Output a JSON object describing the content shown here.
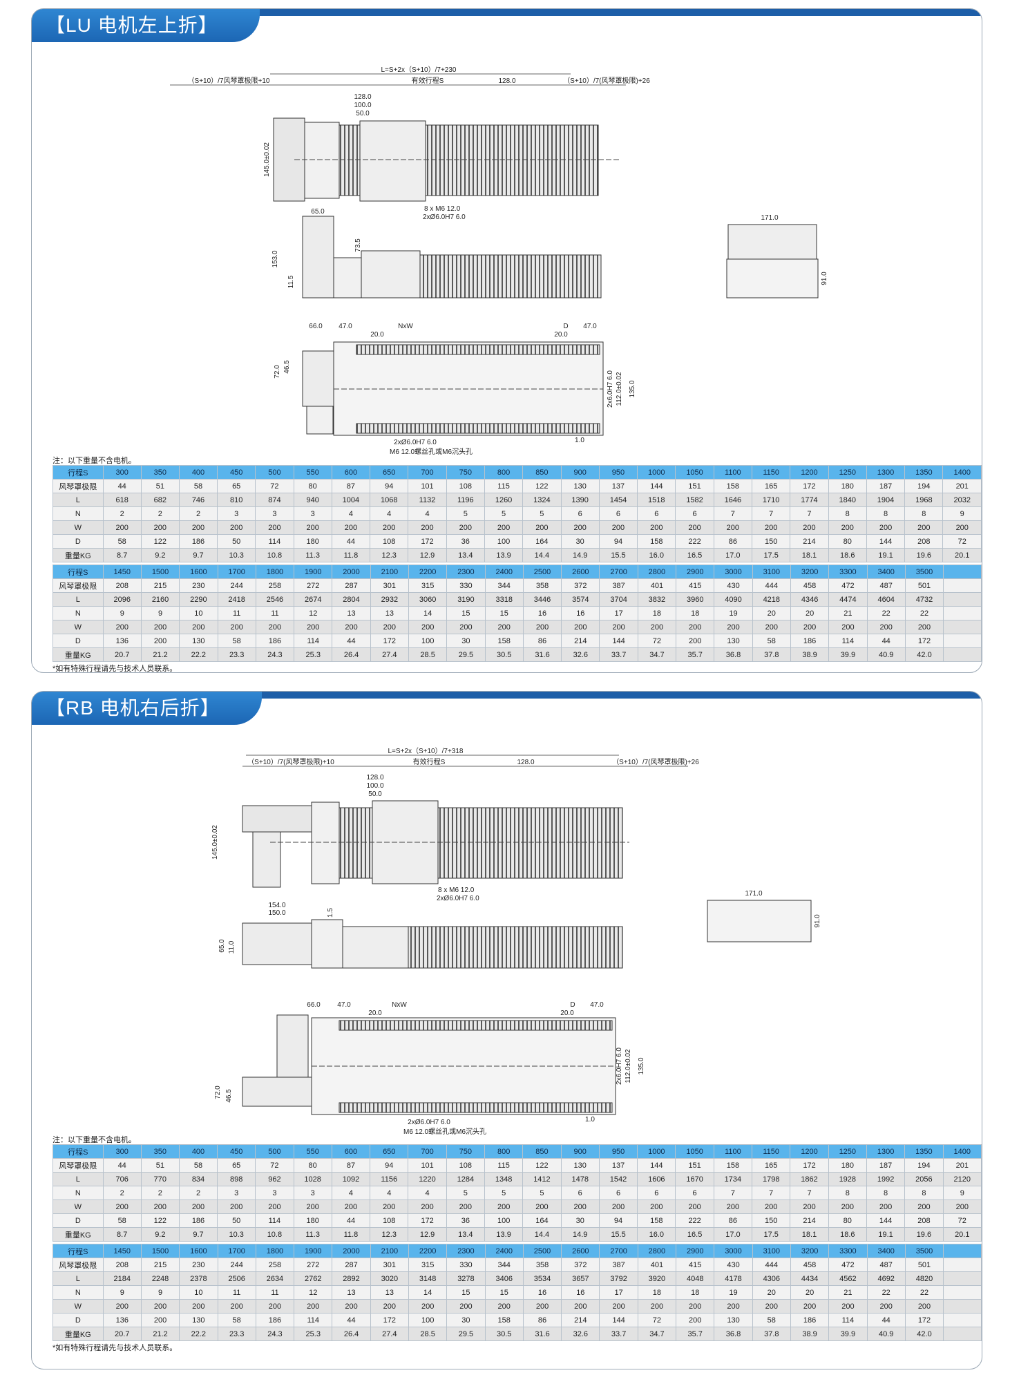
{
  "sections": [
    {
      "title": "【LU 电机左上折】",
      "dims": {
        "overall_length": "L=S+2x（S+10）/7+230",
        "left_formula": "（S+10）/7风琴罩极限+10",
        "effective_stroke": "有效行程S",
        "right_128": "128.0",
        "right_formula": "（S+10）/7(风琴罩极限)+26",
        "c128": "128.0",
        "c100": "100.0",
        "c50": "50.0",
        "h145": "145.0±0.02",
        "screw_holes": "8 x M6  12.0",
        "pin_holes": "2xØ6.0H7  6.0",
        "d65": "65.0",
        "d153": "153.0",
        "d11_5": "11.5",
        "d73_5": "73.5",
        "d171": "171.0",
        "d91": "91.0",
        "d66": "66.0",
        "d47a": "47.0",
        "nxw": "NxW",
        "d_label": "D",
        "d47b": "47.0",
        "d20a": "20.0",
        "d20b": "20.0",
        "d72": "72.0",
        "d46_5": "46.5",
        "pin6": "2x6.0H7  6.0",
        "d112": "112.0±0.02",
        "d135": "135.0",
        "d1": "1.0",
        "bottom_pin": "2xØ6.0H7  6.0",
        "bottom_screw": "M6  12.0螺丝孔或M6沉头孔"
      },
      "note": "注：以下重量不含电机。",
      "footnote": "*如有特殊行程请先与技术人员联系。",
      "table1": {
        "labels": [
          "行程S",
          "风琴罩极限",
          "L",
          "N",
          "W",
          "D",
          "重量KG"
        ],
        "cols": [
          [
            "300",
            "44",
            "618",
            "2",
            "200",
            "58",
            "8.7"
          ],
          [
            "350",
            "51",
            "682",
            "2",
            "200",
            "122",
            "9.2"
          ],
          [
            "400",
            "58",
            "746",
            "2",
            "200",
            "186",
            "9.7"
          ],
          [
            "450",
            "65",
            "810",
            "3",
            "200",
            "50",
            "10.3"
          ],
          [
            "500",
            "72",
            "874",
            "3",
            "200",
            "114",
            "10.8"
          ],
          [
            "550",
            "80",
            "940",
            "3",
            "200",
            "180",
            "11.3"
          ],
          [
            "600",
            "87",
            "1004",
            "4",
            "200",
            "44",
            "11.8"
          ],
          [
            "650",
            "94",
            "1068",
            "4",
            "200",
            "108",
            "12.3"
          ],
          [
            "700",
            "101",
            "1132",
            "4",
            "200",
            "172",
            "12.9"
          ],
          [
            "750",
            "108",
            "1196",
            "5",
            "200",
            "36",
            "13.4"
          ],
          [
            "800",
            "115",
            "1260",
            "5",
            "200",
            "100",
            "13.9"
          ],
          [
            "850",
            "122",
            "1324",
            "5",
            "200",
            "164",
            "14.4"
          ],
          [
            "900",
            "130",
            "1390",
            "6",
            "200",
            "30",
            "14.9"
          ],
          [
            "950",
            "137",
            "1454",
            "6",
            "200",
            "94",
            "15.5"
          ],
          [
            "1000",
            "144",
            "1518",
            "6",
            "200",
            "158",
            "16.0"
          ],
          [
            "1050",
            "151",
            "1582",
            "6",
            "200",
            "222",
            "16.5"
          ],
          [
            "1100",
            "158",
            "1646",
            "7",
            "200",
            "86",
            "17.0"
          ],
          [
            "1150",
            "165",
            "1710",
            "7",
            "200",
            "150",
            "17.5"
          ],
          [
            "1200",
            "172",
            "1774",
            "7",
            "200",
            "214",
            "18.1"
          ],
          [
            "1250",
            "180",
            "1840",
            "8",
            "200",
            "80",
            "18.6"
          ],
          [
            "1300",
            "187",
            "1904",
            "8",
            "200",
            "144",
            "19.1"
          ],
          [
            "1350",
            "194",
            "1968",
            "8",
            "200",
            "208",
            "19.6"
          ],
          [
            "1400",
            "201",
            "2032",
            "9",
            "200",
            "72",
            "20.1"
          ]
        ]
      },
      "table2": {
        "labels": [
          "行程S",
          "风琴罩极限",
          "L",
          "N",
          "W",
          "D",
          "重量KG"
        ],
        "cols": [
          [
            "1450",
            "208",
            "2096",
            "9",
            "200",
            "136",
            "20.7"
          ],
          [
            "1500",
            "215",
            "2160",
            "9",
            "200",
            "200",
            "21.2"
          ],
          [
            "1600",
            "230",
            "2290",
            "10",
            "200",
            "130",
            "22.2"
          ],
          [
            "1700",
            "244",
            "2418",
            "11",
            "200",
            "58",
            "23.3"
          ],
          [
            "1800",
            "258",
            "2546",
            "11",
            "200",
            "186",
            "24.3"
          ],
          [
            "1900",
            "272",
            "2674",
            "12",
            "200",
            "114",
            "25.3"
          ],
          [
            "2000",
            "287",
            "2804",
            "13",
            "200",
            "44",
            "26.4"
          ],
          [
            "2100",
            "301",
            "2932",
            "13",
            "200",
            "172",
            "27.4"
          ],
          [
            "2200",
            "315",
            "3060",
            "14",
            "200",
            "100",
            "28.5"
          ],
          [
            "2300",
            "330",
            "3190",
            "15",
            "200",
            "30",
            "29.5"
          ],
          [
            "2400",
            "344",
            "3318",
            "15",
            "200",
            "158",
            "30.5"
          ],
          [
            "2500",
            "358",
            "3446",
            "16",
            "200",
            "86",
            "31.6"
          ],
          [
            "2600",
            "372",
            "3574",
            "16",
            "200",
            "214",
            "32.6"
          ],
          [
            "2700",
            "387",
            "3704",
            "17",
            "200",
            "144",
            "33.7"
          ],
          [
            "2800",
            "401",
            "3832",
            "18",
            "200",
            "72",
            "34.7"
          ],
          [
            "2900",
            "415",
            "3960",
            "18",
            "200",
            "200",
            "35.7"
          ],
          [
            "3000",
            "430",
            "4090",
            "19",
            "200",
            "130",
            "36.8"
          ],
          [
            "3100",
            "444",
            "4218",
            "20",
            "200",
            "58",
            "37.8"
          ],
          [
            "3200",
            "458",
            "4346",
            "20",
            "200",
            "186",
            "38.9"
          ],
          [
            "3300",
            "472",
            "4474",
            "21",
            "200",
            "114",
            "39.9"
          ],
          [
            "3400",
            "487",
            "4604",
            "22",
            "200",
            "44",
            "40.9"
          ],
          [
            "3500",
            "501",
            "4732",
            "22",
            "200",
            "172",
            "42.0"
          ],
          [
            "",
            "",
            "",
            "",
            "",
            "",
            ""
          ]
        ]
      }
    },
    {
      "title": "【RB 电机右后折】",
      "dims": {
        "overall_length": "L=S+2x（S+10）/7+318",
        "left_formula": "（S+10）/7(风琴罩极限)+10",
        "effective_stroke": "有效行程S",
        "right_128": "128.0",
        "right_formula": "（S+10）/7(风琴罩极限)+26",
        "c128": "128.0",
        "c100": "100.0",
        "c50": "50.0",
        "h145": "145.0±0.02",
        "screw_holes": "8 x M6  12.0",
        "pin_holes": "2xØ6.0H7  6.0",
        "d154": "154.0",
        "d150": "150.0",
        "d1_5": "1.5",
        "d65": "65.0",
        "d11": "11.0",
        "d171": "171.0",
        "d91": "91.0",
        "d66": "66.0",
        "d47a": "47.0",
        "nxw": "NxW",
        "d_label": "D",
        "d47b": "47.0",
        "d20a": "20.0",
        "d20b": "20.0",
        "d72": "72.0",
        "d46_5": "46.5",
        "pin6": "2x6.0H7  6.0",
        "d112": "112.0±0.02",
        "d135": "135.0",
        "d1": "1.0",
        "bottom_pin": "2xØ6.0H7  6.0",
        "bottom_screw": "M6  12.0螺丝孔或M6沉头孔"
      },
      "note": "注：以下重量不含电机。",
      "footnote": "*如有特殊行程请先与技术人员联系。",
      "table1": {
        "labels": [
          "行程S",
          "风琴罩极限",
          "L",
          "N",
          "W",
          "D",
          "重量KG"
        ],
        "cols": [
          [
            "300",
            "44",
            "706",
            "2",
            "200",
            "58",
            "8.7"
          ],
          [
            "350",
            "51",
            "770",
            "2",
            "200",
            "122",
            "9.2"
          ],
          [
            "400",
            "58",
            "834",
            "2",
            "200",
            "186",
            "9.7"
          ],
          [
            "450",
            "65",
            "898",
            "3",
            "200",
            "50",
            "10.3"
          ],
          [
            "500",
            "72",
            "962",
            "3",
            "200",
            "114",
            "10.8"
          ],
          [
            "550",
            "80",
            "1028",
            "3",
            "200",
            "180",
            "11.3"
          ],
          [
            "600",
            "87",
            "1092",
            "4",
            "200",
            "44",
            "11.8"
          ],
          [
            "650",
            "94",
            "1156",
            "4",
            "200",
            "108",
            "12.3"
          ],
          [
            "700",
            "101",
            "1220",
            "4",
            "200",
            "172",
            "12.9"
          ],
          [
            "750",
            "108",
            "1284",
            "5",
            "200",
            "36",
            "13.4"
          ],
          [
            "800",
            "115",
            "1348",
            "5",
            "200",
            "100",
            "13.9"
          ],
          [
            "850",
            "122",
            "1412",
            "5",
            "200",
            "164",
            "14.4"
          ],
          [
            "900",
            "130",
            "1478",
            "6",
            "200",
            "30",
            "14.9"
          ],
          [
            "950",
            "137",
            "1542",
            "6",
            "200",
            "94",
            "15.5"
          ],
          [
            "1000",
            "144",
            "1606",
            "6",
            "200",
            "158",
            "16.0"
          ],
          [
            "1050",
            "151",
            "1670",
            "6",
            "200",
            "222",
            "16.5"
          ],
          [
            "1100",
            "158",
            "1734",
            "7",
            "200",
            "86",
            "17.0"
          ],
          [
            "1150",
            "165",
            "1798",
            "7",
            "200",
            "150",
            "17.5"
          ],
          [
            "1200",
            "172",
            "1862",
            "7",
            "200",
            "214",
            "18.1"
          ],
          [
            "1250",
            "180",
            "1928",
            "8",
            "200",
            "80",
            "18.6"
          ],
          [
            "1300",
            "187",
            "1992",
            "8",
            "200",
            "144",
            "19.1"
          ],
          [
            "1350",
            "194",
            "2056",
            "8",
            "200",
            "208",
            "19.6"
          ],
          [
            "1400",
            "201",
            "2120",
            "9",
            "200",
            "72",
            "20.1"
          ]
        ]
      },
      "table2": {
        "labels": [
          "行程S",
          "风琴罩极限",
          "L",
          "N",
          "W",
          "D",
          "重量KG"
        ],
        "cols": [
          [
            "1450",
            "208",
            "2184",
            "9",
            "200",
            "136",
            "20.7"
          ],
          [
            "1500",
            "215",
            "2248",
            "9",
            "200",
            "200",
            "21.2"
          ],
          [
            "1600",
            "230",
            "2378",
            "10",
            "200",
            "130",
            "22.2"
          ],
          [
            "1700",
            "244",
            "2506",
            "11",
            "200",
            "58",
            "23.3"
          ],
          [
            "1800",
            "258",
            "2634",
            "11",
            "200",
            "186",
            "24.3"
          ],
          [
            "1900",
            "272",
            "2762",
            "12",
            "200",
            "114",
            "25.3"
          ],
          [
            "2000",
            "287",
            "2892",
            "13",
            "200",
            "44",
            "26.4"
          ],
          [
            "2100",
            "301",
            "3020",
            "13",
            "200",
            "172",
            "27.4"
          ],
          [
            "2200",
            "315",
            "3148",
            "14",
            "200",
            "100",
            "28.5"
          ],
          [
            "2300",
            "330",
            "3278",
            "15",
            "200",
            "30",
            "29.5"
          ],
          [
            "2400",
            "344",
            "3406",
            "15",
            "200",
            "158",
            "30.5"
          ],
          [
            "2500",
            "358",
            "3534",
            "16",
            "200",
            "86",
            "31.6"
          ],
          [
            "2600",
            "372",
            "3657",
            "16",
            "200",
            "214",
            "32.6"
          ],
          [
            "2700",
            "387",
            "3792",
            "17",
            "200",
            "144",
            "33.7"
          ],
          [
            "2800",
            "401",
            "3920",
            "18",
            "200",
            "72",
            "34.7"
          ],
          [
            "2900",
            "415",
            "4048",
            "18",
            "200",
            "200",
            "35.7"
          ],
          [
            "3000",
            "430",
            "4178",
            "19",
            "200",
            "130",
            "36.8"
          ],
          [
            "3100",
            "444",
            "4306",
            "20",
            "200",
            "58",
            "37.8"
          ],
          [
            "3200",
            "458",
            "4434",
            "20",
            "200",
            "186",
            "38.9"
          ],
          [
            "3300",
            "472",
            "4562",
            "21",
            "200",
            "114",
            "39.9"
          ],
          [
            "3400",
            "487",
            "4692",
            "22",
            "200",
            "44",
            "40.9"
          ],
          [
            "3500",
            "501",
            "4820",
            "22",
            "200",
            "172",
            "42.0"
          ],
          [
            "",
            "",
            "",
            "",
            "",
            "",
            ""
          ]
        ]
      }
    }
  ]
}
